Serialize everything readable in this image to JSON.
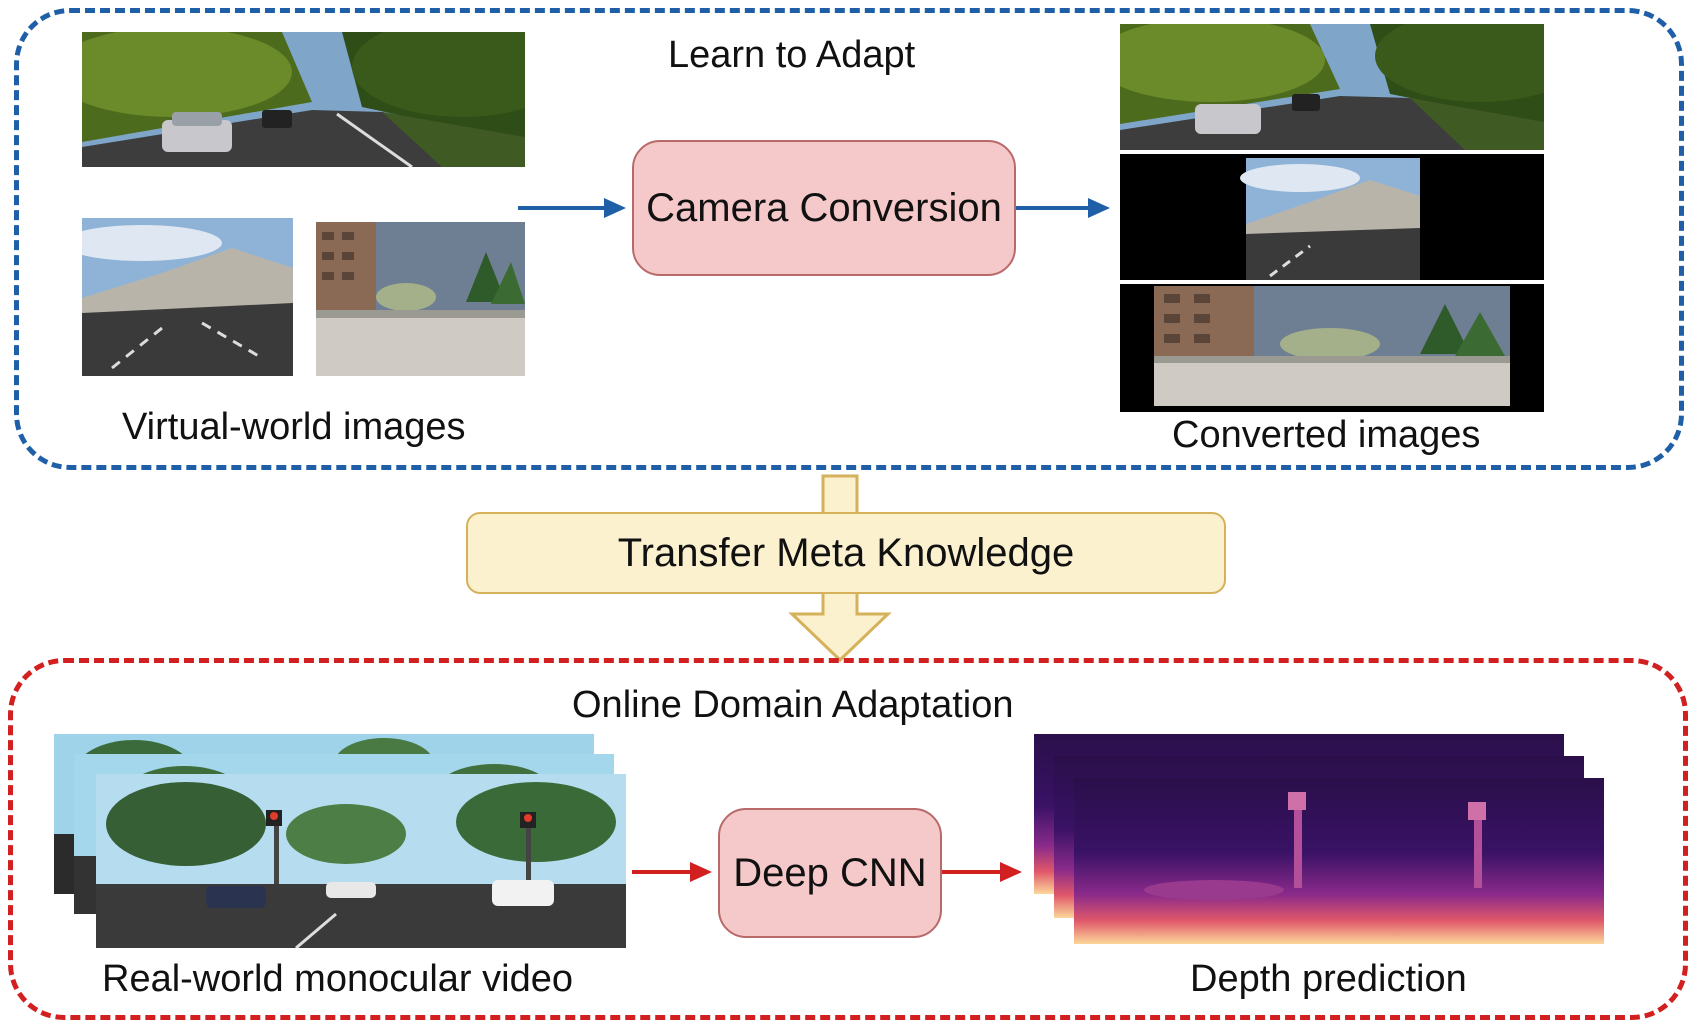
{
  "top_section": {
    "title": "Learn to Adapt",
    "input_label": "Virtual-world images",
    "process_label": "Camera Conversion",
    "output_label": "Converted images",
    "border_color": "#1f5fa8"
  },
  "transfer": {
    "label": "Transfer Meta Knowledge",
    "fill_color": "#fbf1cf"
  },
  "bottom_section": {
    "title": "Online Domain Adaptation",
    "input_label": "Real-world monocular video",
    "process_label": "Deep CNN",
    "output_label": "Depth prediction",
    "border_color": "#d21f1f"
  }
}
